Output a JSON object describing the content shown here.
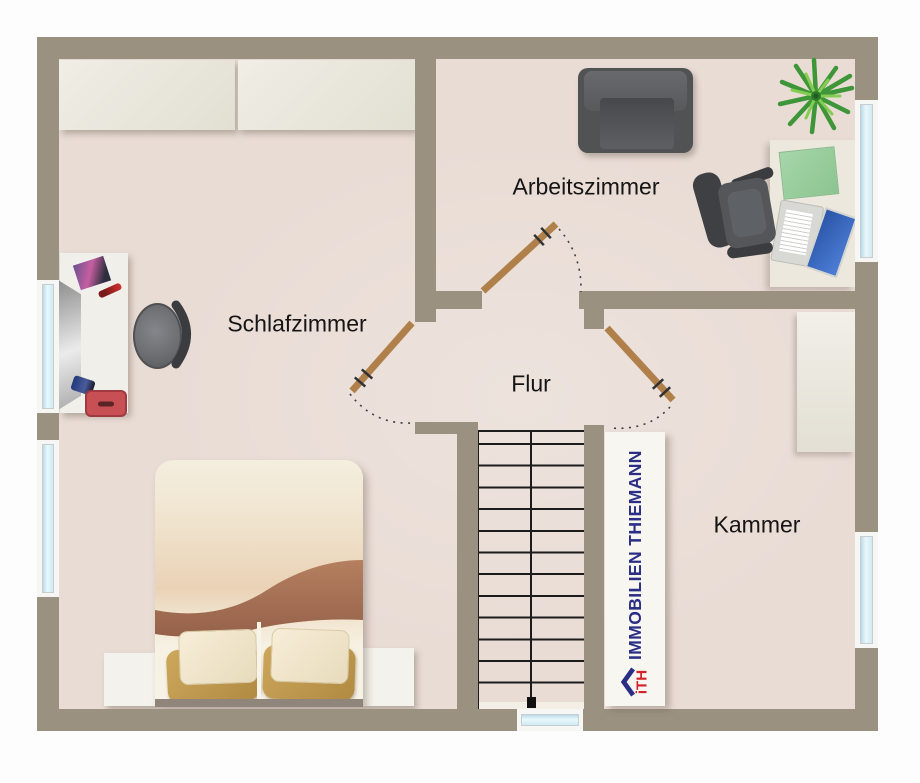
{
  "plan": {
    "rooms": {
      "schlafzimmer": {
        "label": "Schlafzimmer"
      },
      "arbeitszimmer": {
        "label": "Arbeitszimmer"
      },
      "flur": {
        "label": "Flur"
      },
      "kammer": {
        "label": "Kammer"
      }
    },
    "watermark": {
      "company": "IMMOBILIEN THIEMANN",
      "logo_text": "iTH"
    },
    "colors": {
      "wall": "#9b9180",
      "floor": "#e9dcd5",
      "door_leaf": "#b0804a",
      "window_glass": "#cfe9f2",
      "stair_lines": "#1c1c1c",
      "watermark_blue": "#2a2f85",
      "logo_red": "#d2232a"
    },
    "furniture_icons": {
      "schlafzimmer": [
        "wardrobe",
        "wardrobe",
        "dressing-table-with-mirror",
        "stool",
        "double-bed",
        "nightstand",
        "nightstand"
      ],
      "arbeitszimmer": [
        "armchair",
        "potted-plant",
        "desk",
        "office-chair",
        "laptop",
        "folder"
      ],
      "kammer": [
        "cabinet"
      ],
      "flur": [
        "staircase",
        "door",
        "door",
        "door"
      ]
    }
  }
}
